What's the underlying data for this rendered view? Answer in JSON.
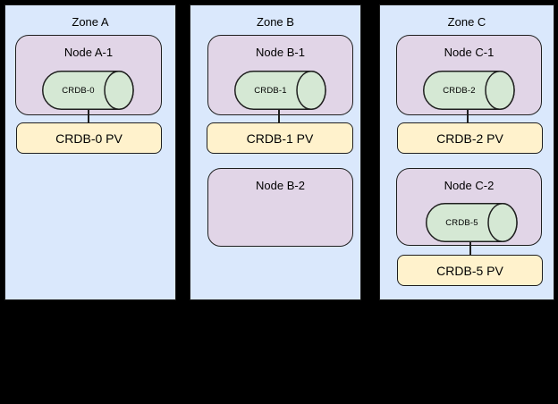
{
  "diagram": {
    "background_color": "#000000",
    "colors": {
      "zone_fill": "#dae8fc",
      "node_fill": "#e1d5e7",
      "cylinder_fill": "#d5e8d4",
      "pv_fill": "#fff2cc",
      "stroke": "#1f1f1f"
    },
    "zones": [
      {
        "label": "Zone A",
        "nodes": [
          {
            "label": "Node A-1",
            "cylinder": "CRDB-0",
            "pv": "CRDB-0 PV"
          }
        ]
      },
      {
        "label": "Zone B",
        "nodes": [
          {
            "label": "Node B-1",
            "cylinder": "CRDB-1",
            "pv": "CRDB-1 PV"
          },
          {
            "label": "Node B-2"
          }
        ]
      },
      {
        "label": "Zone C",
        "nodes": [
          {
            "label": "Node C-1",
            "cylinder": "CRDB-2",
            "pv": "CRDB-2 PV"
          },
          {
            "label": "Node C-2",
            "cylinder": "CRDB-5",
            "pv": "CRDB-5 PV"
          }
        ]
      }
    ]
  }
}
